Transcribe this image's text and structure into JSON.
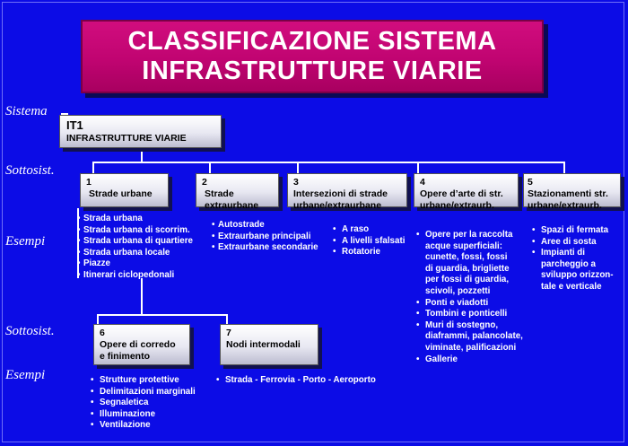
{
  "title": {
    "line1": "CLASSIFICAZIONE SISTEMA",
    "line2": "INFRASTRUTTURE VIARIE"
  },
  "row_labels": [
    "Sistema",
    "Sottosist.",
    "Esempi",
    "Sottosist.",
    "Esempi"
  ],
  "system": {
    "code": "IT1",
    "label": "INFRASTRUTTURE  VIARIE"
  },
  "subsystems": [
    {
      "num": "1",
      "label": "Strade urbane"
    },
    {
      "num": "2",
      "label": "Strade extraurbane"
    },
    {
      "num": "3",
      "label": "Intersezioni di strade urbane/extraurbane"
    },
    {
      "num": "4",
      "label": "Opere d’arte di str. urbane/extraurb."
    },
    {
      "num": "5",
      "label": "Stazionamenti str.\nurbane/extraurb."
    }
  ],
  "examples": [
    [
      "Strada urbana",
      "Strada urbana di scorrim.",
      "Strada urbana di quartiere",
      "Strada urbana locale",
      "Piazze",
      "Itinerari ciclopedonali"
    ],
    [
      "Autostrade",
      "Extraurbane principali",
      "Extraurbane secondarie"
    ],
    [
      "A raso",
      "A livelli sfalsati",
      "Rotatorie"
    ],
    [
      "Opere per la raccolta\nacque superficiali:\ncunette, fossi, fossi\ndi guardia, brigliette\nper fossi di guardia,\nscivoli, pozzetti",
      "Ponti e viadotti",
      "Tombini e ponticelli",
      "Muri di sostegno,\ndiaframmi, palancolate,\nviminate, palificazioni",
      "Gallerie"
    ],
    [
      "Spazi di fermata",
      "Aree di sosta",
      "Impianti di\nparcheggio a\nsviluppo orizzon-\ntale e verticale"
    ]
  ],
  "subsystems2": [
    {
      "num": "6",
      "label": "Opere di corredo\ne finimento"
    },
    {
      "num": "7",
      "label": "Nodi intermodali"
    }
  ],
  "examples2": [
    [
      "Strutture protettive",
      "Delimitazioni marginali",
      "Segnaletica",
      "Illuminazione",
      "Ventilazione"
    ],
    [
      "Strada - Ferrovia - Porto - Aeroporto"
    ]
  ],
  "colors": {
    "background": "#0c0ce6",
    "title_box": "#c00471",
    "node_fill": "#e8e8f2",
    "text_light": "#ffffff"
  }
}
